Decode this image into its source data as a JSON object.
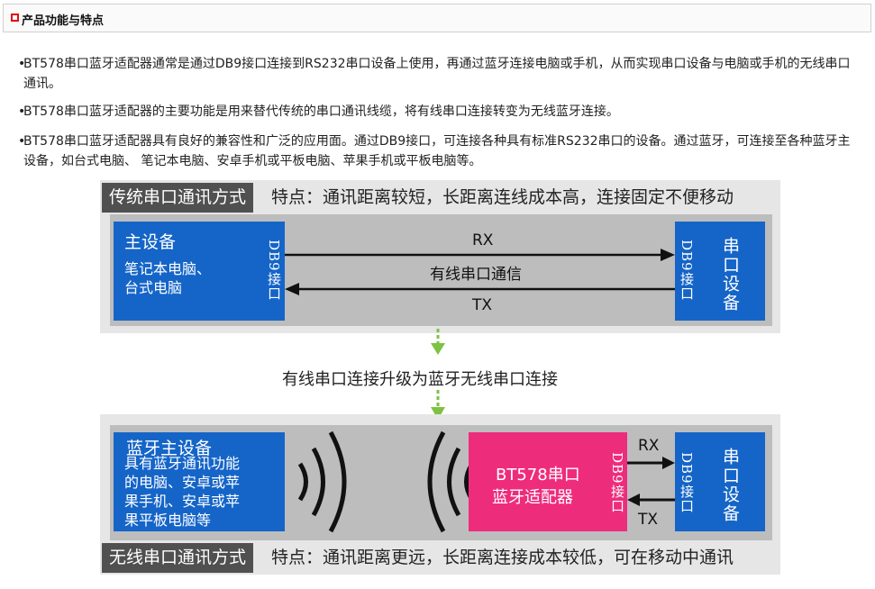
{
  "header": {
    "title": "产品功能与特点"
  },
  "paragraphs": [
    {
      "bullet": "•",
      "text": "BT578串口蓝牙适配器通常是通过DB9接口连接到RS232串口设备上使用，再通过蓝牙连接电脑或手机，从而实现串口设备与电脑或手机的无线串口通讯。"
    },
    {
      "bullet": "•",
      "text": "BT578串口蓝牙适配器的主要功能是用来替代传统的串口通讯线缆，将有线串口连接转变为无线蓝牙连接。"
    },
    {
      "bullet": "•",
      "text": "BT578串口蓝牙适配器具有良好的兼容性和广泛的应用面。通过DB9接口，可连接各种具有标准RS232串口的设备。通过蓝牙，可连接至各种蓝牙主设备，如台式电脑、 笔记本电脑、安卓手机或平板电脑、苹果手机或平板电脑等。"
    }
  ],
  "diagram": {
    "wired": {
      "tag": "传统串口通讯方式",
      "feature": "特点：通讯距离较短，长距离连线成本高，连接固定不便移动",
      "master_title": "主设备",
      "master_desc": [
        "笔记本电脑、",
        "台式电脑"
      ],
      "master_port": "DB9接口",
      "device_port": "DB9接口",
      "device_label": "串口设备",
      "rx": "RX",
      "mid_label": "有线串口通信",
      "tx": "TX"
    },
    "upgrade_text": "有线串口连接升级为蓝牙无线串口连接",
    "wireless": {
      "master_title": "蓝牙主设备",
      "master_desc": [
        "具有蓝牙通讯功能",
        "的电脑、安卓或苹",
        "果手机、安卓或苹",
        "果平板电脑等"
      ],
      "adapter_label": [
        "BT578串口",
        "蓝牙适配器"
      ],
      "adapter_port": "DB9接口",
      "device_port": "DB9接口",
      "device_label": "串口设备",
      "rx": "RX",
      "tx": "TX",
      "tag": "无线串口通讯方式",
      "feature": "特点：通讯距离更远，长距离连接成本较低，可在移动中通讯"
    },
    "colors": {
      "blue": "#1565c8",
      "pink": "#ee2c7c",
      "green_arrow": "#7dc242",
      "tag_bg": "#505050"
    }
  }
}
